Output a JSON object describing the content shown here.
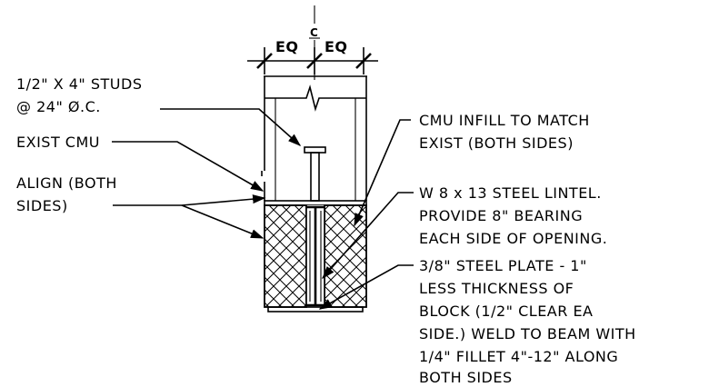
{
  "dimensions": {
    "left": "EQ",
    "right": "EQ",
    "centerline_mark": "C"
  },
  "notes": {
    "studs": [
      "1/2\" X 4\" STUDS",
      "@ 24\" Ø.C."
    ],
    "exist_cmu": [
      "EXIST CMU"
    ],
    "align": [
      "ALIGN (BOTH",
      "SIDES)"
    ],
    "cmu_infill": [
      "CMU INFILL TO MATCH",
      "EXIST (BOTH SIDES)"
    ],
    "lintel": [
      "W 8 x 13 STEEL LINTEL.",
      "PROVIDE 8\" BEARING",
      "EACH SIDE OF OPENING."
    ],
    "plate": [
      "3/8\" STEEL PLATE - 1\"",
      "LESS THICKNESS OF",
      "BLOCK (1/2\" CLEAR EA",
      "SIDE.) WELD TO BEAM WITH",
      "1/4\" FILLET 4\"-12\" ALONG",
      "BOTH SIDES"
    ]
  },
  "colors": {
    "line": "#000000",
    "background": "#ffffff"
  }
}
